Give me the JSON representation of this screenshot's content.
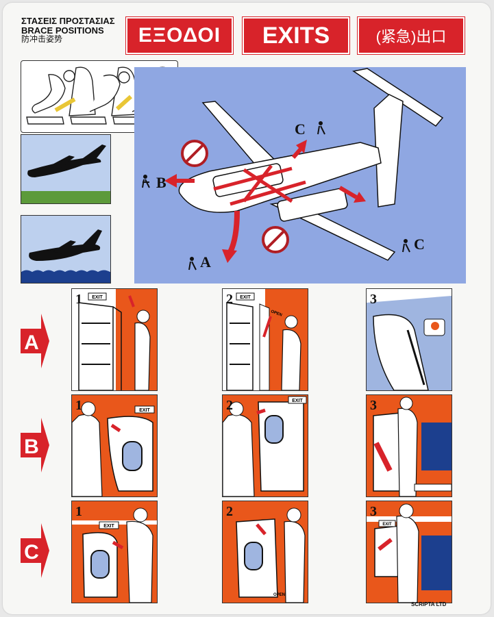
{
  "header": {
    "brace_greek": "ΣΤΑΣΕΙΣ ΠΡΟΣΤΑΣΙΑΣ",
    "brace_english": "BRACE POSITIONS",
    "brace_chinese": "防冲击姿势",
    "exits_greek": "ΕΞΟΔΟΙ",
    "exits_english": "EXITS",
    "exits_chinese": "(紧急)出口"
  },
  "diagram": {
    "label_a": "A",
    "label_b": "B",
    "label_c_top": "C",
    "label_c_right": "C"
  },
  "rows": [
    {
      "letter": "A",
      "steps": [
        "1",
        "2",
        "3"
      ]
    },
    {
      "letter": "B",
      "steps": [
        "1",
        "2",
        "3"
      ]
    },
    {
      "letter": "C",
      "steps": [
        "1",
        "2",
        "3"
      ]
    }
  ],
  "signs": {
    "exit": "EXIT",
    "open": "OPEN"
  },
  "footer": "SCRIPTA LTD",
  "colors": {
    "exit_red": "#d8232a",
    "sky_blue": "#8fa7e2",
    "cabin_orange": "#e9571b"
  }
}
